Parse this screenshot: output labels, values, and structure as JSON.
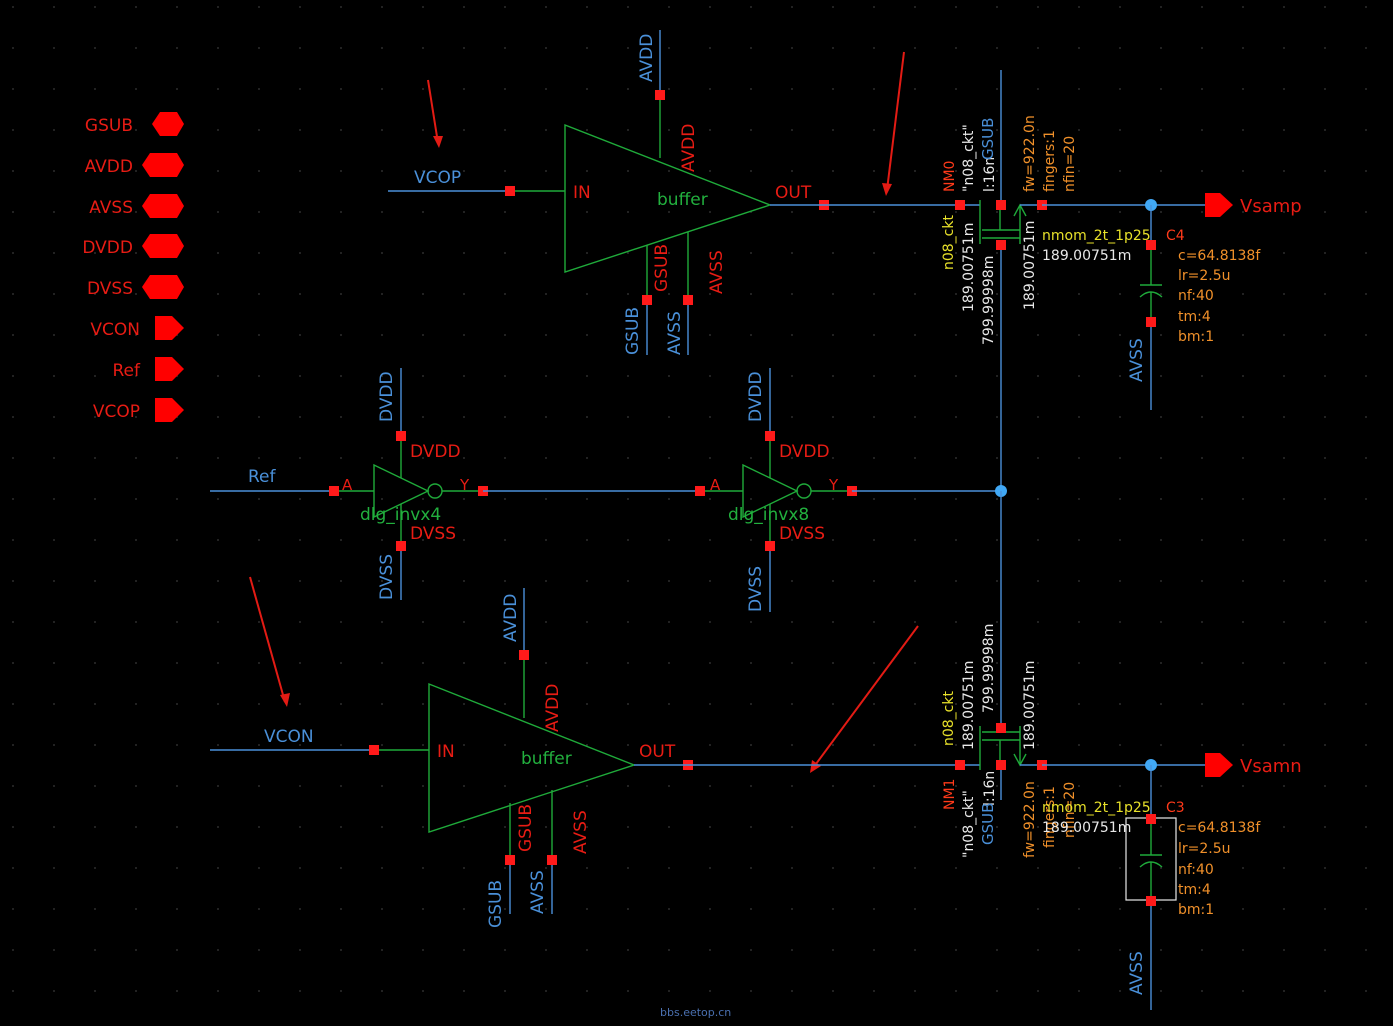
{
  "ports": {
    "left": [
      {
        "label": "GSUB",
        "shape": "hex"
      },
      {
        "label": "AVDD",
        "shape": "hex"
      },
      {
        "label": "AVSS",
        "shape": "hex"
      },
      {
        "label": "DVDD",
        "shape": "hex"
      },
      {
        "label": "DVSS",
        "shape": "hex"
      },
      {
        "label": "VCON",
        "shape": "arrow"
      },
      {
        "label": "Ref",
        "shape": "arrow"
      },
      {
        "label": "VCOP",
        "shape": "arrow"
      }
    ],
    "outputs": {
      "vsamp": "Vsamp",
      "vsamn": "Vsamn"
    }
  },
  "nets": {
    "vcop": "VCOP",
    "vcon": "VCON",
    "ref": "Ref",
    "avdd": "AVDD",
    "avss": "AVSS",
    "gsub": "GSUB",
    "dvdd": "DVDD",
    "dvss": "DVSS"
  },
  "buffer": {
    "name": "buffer",
    "in": "IN",
    "out": "OUT",
    "avdd": "AVDD",
    "avss": "AVSS",
    "gsub": "GSUB"
  },
  "inverters": [
    {
      "name": "dlg_invx4",
      "a": "A",
      "y": "Y",
      "vdd": "DVDD",
      "vss": "DVSS"
    },
    {
      "name": "dlg_invx8",
      "a": "A",
      "y": "Y",
      "vdd": "DVDD",
      "vss": "DVSS"
    }
  ],
  "nm0": {
    "inst": "NM0",
    "model": "\"n08_ckt\"",
    "l": "l:16n",
    "gsub": "GSUB",
    "fw": "fw=922.0n",
    "fingers": "fingers:1",
    "nfin": "nfin=20",
    "type": "n08_ckt",
    "v1": "189.00751m",
    "v2": "799.99998m",
    "v3": "189.00751m"
  },
  "nm1": {
    "inst": "NM1",
    "model": "\"n08_ckt\"",
    "l": "l:16n",
    "gsub": "GSUB",
    "fw": "fw=922.0n",
    "fingers": "fingers:1",
    "nfin": "nfin=20",
    "type": "n08_ckt",
    "v1": "189.00751m",
    "v2": "799.99998m",
    "v3": "189.00751m"
  },
  "c4": {
    "inst": "C4",
    "model": "nmom_2t_1p25",
    "val": "189.00751m",
    "c": "c=64.8138f",
    "lr": "lr=2.5u",
    "nf": "nf:40",
    "tm": "tm:4",
    "bm": "bm:1",
    "avss": "AVSS"
  },
  "c3": {
    "inst": "C3",
    "model": "nmom_2t_1p25",
    "val": "189.00751m",
    "c": "c=64.8138f",
    "lr": "lr=2.5u",
    "nf": "nf:40",
    "tm": "tm:4",
    "bm": "bm:1",
    "avss": "AVSS"
  },
  "watermark": "bbs.eetop.cn",
  "colors": {
    "wire": "#4a90d9",
    "symbol": "#1faa3a",
    "pin": "#ff1a1a",
    "port": "#ff0000",
    "annotation_arrow": "#e31b14"
  }
}
